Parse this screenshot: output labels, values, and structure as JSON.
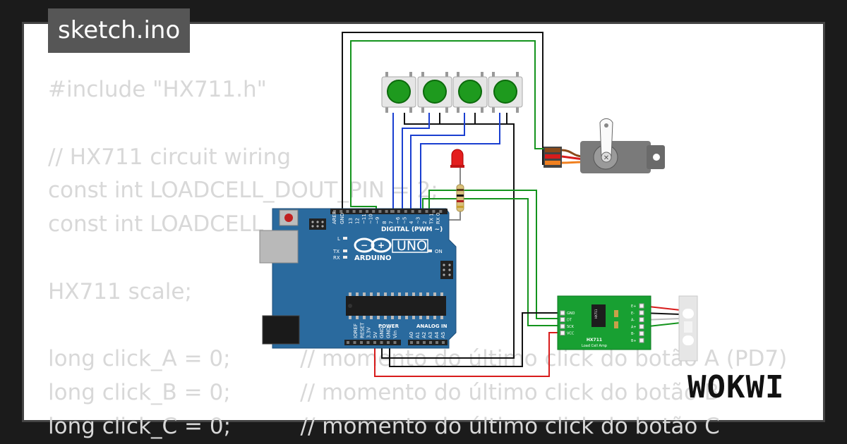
{
  "title_tag": "sketch.ino",
  "code_lines": [
    "#include \"HX711.h\"",
    "",
    "// HX711 circuit wiring",
    "const int LOADCELL_DOUT_PIN = 2;",
    "const int LOADCELL_SCK_PIN = 3;",
    "",
    "HX711 scale;",
    "",
    "long click_A = 0;          // momento do último click do botão A (PD7)",
    "long click_B = 0;          // momento do último click do botão B",
    "long click_C = 0;          // momento do último click do botão C"
  ],
  "brand": "WOKWI",
  "board": {
    "name": "UNO",
    "brand": "ARDUINO",
    "digital_label": "DIGITAL (PWM ~)",
    "power_label": "POWER",
    "analog_label": "ANALOG IN",
    "on_label": "ON",
    "l_label": "L",
    "tx_label": "TX",
    "rx_label": "RX",
    "aref_label": "AREF",
    "gnd_label": "GND",
    "pin_labels": [
      "13",
      "12",
      "~11",
      "~10",
      "~9",
      "8",
      "7",
      "~6",
      "~5",
      "4",
      "~3",
      "2",
      "TX 1",
      "RX 0"
    ],
    "power_pins": [
      "IOREF",
      "RESET",
      "3.3V",
      "5V",
      "GND",
      "GND",
      "Vin"
    ],
    "analog_pins": [
      "A0",
      "A1",
      "A2",
      "A3",
      "A4",
      "A5"
    ]
  },
  "hx711": {
    "title": "HX711",
    "subtitle": "Load Cell Amp",
    "left_pins": [
      "GND",
      "DT",
      "SCK",
      "VCC"
    ],
    "right_pins": [
      "E+",
      "E-",
      "A-",
      "A+",
      "B-",
      "B+"
    ]
  },
  "colors": {
    "board": "#2a6a9e",
    "button": "#1e9a1e",
    "wire_blue": "#1a3fd0",
    "wire_green": "#14941d",
    "wire_red": "#d81c1c",
    "wire_black": "#111111",
    "hx711_board": "#18a032"
  }
}
